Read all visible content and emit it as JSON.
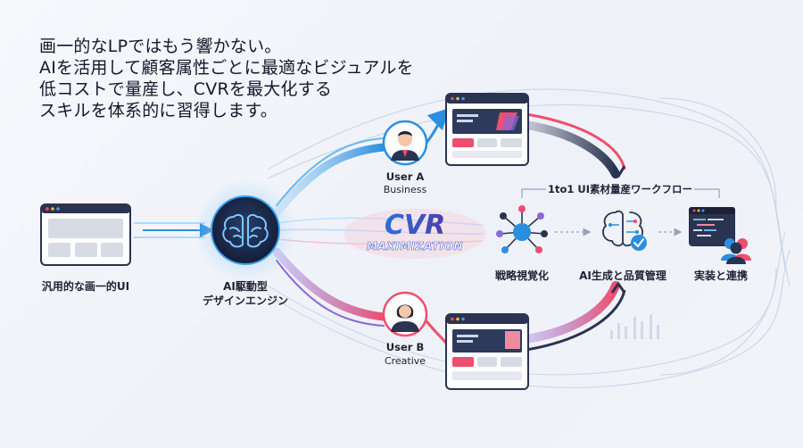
{
  "headline": {
    "line1": "画一的なLPではもう響かない。",
    "line2": "AIを活用して顧客属性ごとに最適なビジュアルを",
    "line3": "低コストで量産し、CVRを最大化する",
    "line4": "スキルを体系的に習得します。"
  },
  "nodes": {
    "generic_ui": {
      "label": "汎用的な画一的UI"
    },
    "engine": {
      "label_line1": "AI駆動型",
      "label_line2": "デザインエンジン"
    },
    "user_a": {
      "name": "User A",
      "role": "Business"
    },
    "user_b": {
      "name": "User B",
      "role": "Creative"
    }
  },
  "center": {
    "cvr": "CVR",
    "maximization": "MAXIMIZATION"
  },
  "workflow": {
    "title": "1to1 UI素材量産ワークフロー",
    "steps": [
      {
        "label": "戦略視覚化",
        "icon": "network-icon"
      },
      {
        "label": "AI生成と品質管理",
        "icon": "brain-check-icon"
      },
      {
        "label": "実装と連携",
        "icon": "code-users-icon"
      }
    ]
  },
  "colors": {
    "blue": "#3aa0e8",
    "navy": "#2a3350",
    "pink": "#ef4e6e",
    "violet": "#8a6ad8",
    "accent_blue": "#2b8fe0"
  }
}
